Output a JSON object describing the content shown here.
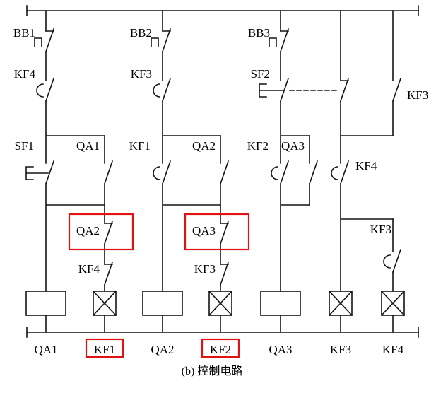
{
  "caption": "(b) 控制电路",
  "colors": {
    "line": "#141414",
    "highlight": "#e01212"
  },
  "highlighted_labels": [
    "QA2",
    "QA3",
    "KF1",
    "KF2"
  ],
  "labels": {
    "bb1": "BB1",
    "bb2": "BB2",
    "bb3": "BB3",
    "kf4_top": "KF4",
    "kf3_top": "KF3",
    "sf2": "SF2",
    "kf3_right_top": "KF3",
    "sf1": "SF1",
    "qa1_aux": "QA1",
    "kf1_aux": "KF1",
    "qa2_aux": "QA2",
    "kf2_aux": "KF2",
    "qa3_aux": "QA3",
    "kf4_right": "KF4",
    "qa2_interlock": "QA2",
    "qa3_interlock": "QA3",
    "kf3_right_mid": "KF3",
    "kf4_interlock": "KF4",
    "kf3_interlock": "KF3",
    "coil_qa1": "QA1",
    "coil_kf1": "KF1",
    "coil_qa2": "QA2",
    "coil_kf2": "KF2",
    "coil_qa3": "QA3",
    "coil_kf3": "KF3",
    "coil_kf4": "KF4"
  }
}
